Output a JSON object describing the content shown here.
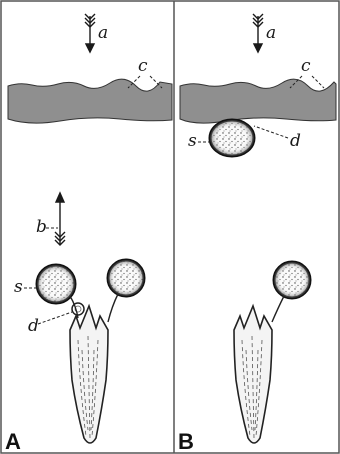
{
  "panels": [
    {
      "label": "A",
      "labels": {
        "a": "a",
        "b": "b",
        "c": "c",
        "d": "d",
        "s": "s"
      }
    },
    {
      "label": "B",
      "labels": {
        "a": "a",
        "c": "c",
        "d": "d",
        "s": "s"
      }
    }
  ],
  "colors": {
    "membrane_fill": "#8f8f8f",
    "ink": "#1a1a1a",
    "border": "#555555",
    "background": "#ffffff"
  }
}
